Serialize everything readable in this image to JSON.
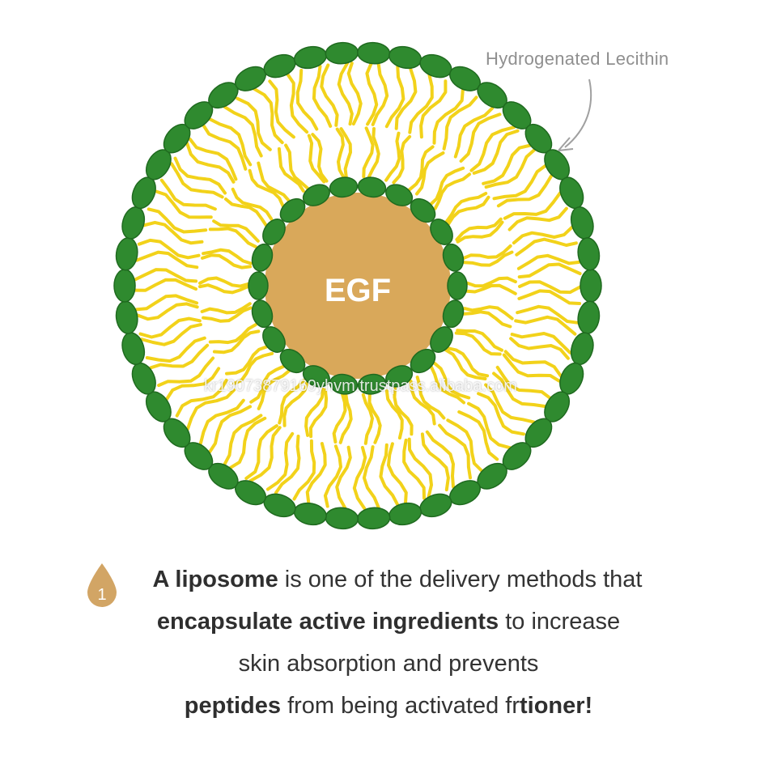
{
  "labels": {
    "lipid": "Hydrogenated Lecithin",
    "core": "EGF",
    "watermark": "kr19073879169yhvm.trustpass.alibaba.com",
    "badge_number": "1"
  },
  "colors": {
    "head": "#2f8a2f",
    "head_stroke": "#1f6a1f",
    "tail": "#f2d21a",
    "core": "#d9a85a",
    "badge": "#d2a565",
    "arrow": "#a0a0a0"
  },
  "caption": {
    "line1_bold": "A liposome",
    "line1_rest": " is one of the delivery methods that",
    "line2_bold": "encapsulate active ingredients",
    "line2_rest": " to increase",
    "line3": "skin absorption and prevents",
    "line4_bold": "peptides",
    "line4_mid": " from being activated fr",
    "line4_end": "tioner!"
  }
}
